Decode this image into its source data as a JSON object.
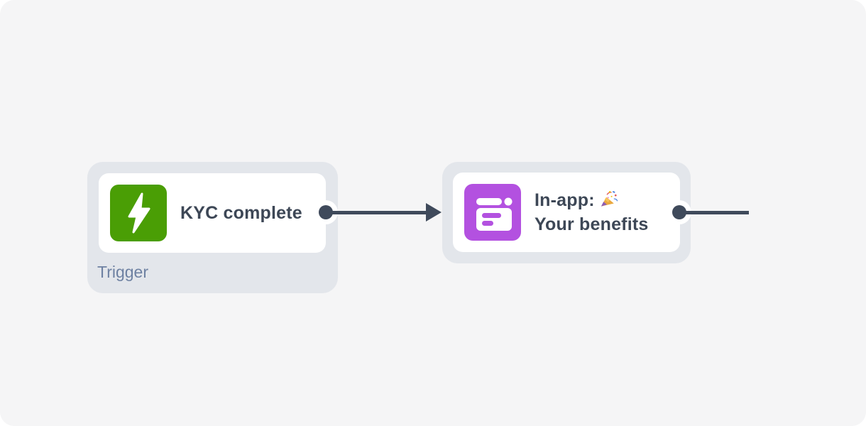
{
  "canvas": {
    "background_color": "#f5f5f6",
    "node_container_color": "#e3e6eb",
    "card_color": "#ffffff",
    "connector_color": "#3f4a5b",
    "title_color": "#3d4756",
    "type_label_color": "#6e81a2"
  },
  "nodes": {
    "trigger": {
      "title": "KYC complete",
      "type_label": "Trigger",
      "icon": "lightning-bolt-icon",
      "icon_color": "#4a9e05"
    },
    "action": {
      "title_line1": "In-app:",
      "emoji": "🎉",
      "title_line2": "Your benefits",
      "icon": "in-app-message-icon",
      "icon_color": "#b351e0"
    }
  }
}
